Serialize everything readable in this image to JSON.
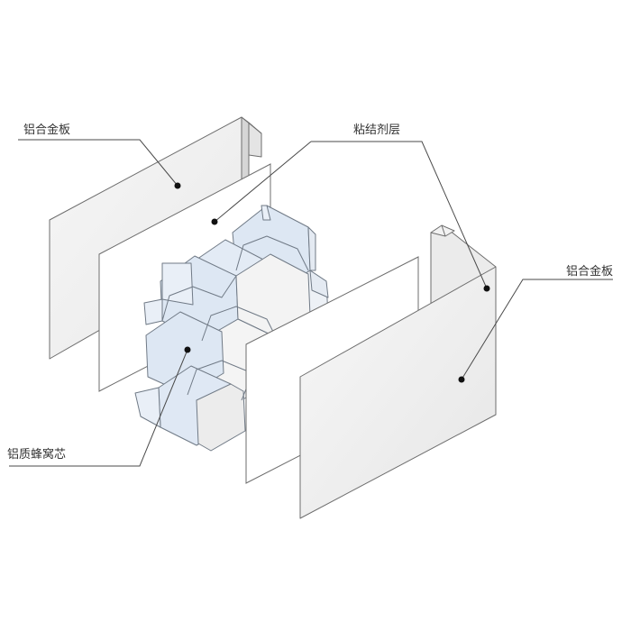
{
  "labels": {
    "left_panel": "铝合金板",
    "adhesive": "粘结剂层",
    "right_panel": "铝合金板",
    "core": "铝质蜂窝芯"
  },
  "colors": {
    "panel_fill": "#f4f4f4",
    "panel_edge": "#dcdcdc",
    "outline": "#6e6e6e",
    "sheet_fill": "#ffffff",
    "core_face": "#dde7f3",
    "core_face_light": "#ecf2f9",
    "leader": "#4a4a4a",
    "dot": "#111111"
  }
}
